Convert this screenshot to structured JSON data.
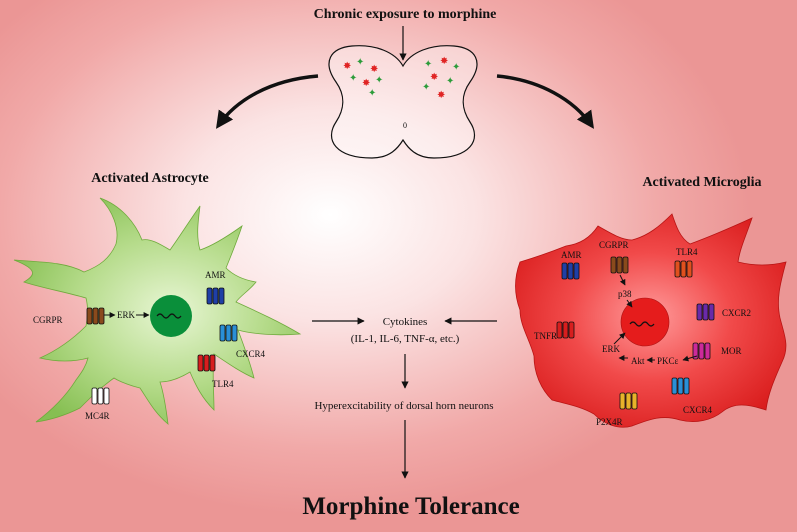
{
  "title": "Chronic exposure to morphine",
  "spinal_center_label": "0",
  "astrocyte": {
    "title": "Activated Astrocyte",
    "receptors": {
      "cgrpr": "CGRPR",
      "erk": "ERK",
      "amr": "AMR",
      "cxcr4": "CXCR4",
      "tlr4": "TLR4",
      "mc4r": "MC4R"
    }
  },
  "microglia": {
    "title": "Activated Microglia",
    "receptors": {
      "amr": "AMR",
      "cgrpr": "CGRPR",
      "tlr4": "TLR4",
      "p38": "p38",
      "cxcr2": "CXCR2",
      "tnfr": "TNFR",
      "mor": "MOR",
      "erk": "ERK",
      "akt": "Akt",
      "pkce": "PKCε",
      "cxcr4": "CXCR4",
      "p2x4r": "P2X4R"
    }
  },
  "cytokines": {
    "label": "Cytokines",
    "list": "(IL-1, IL-6, TNF-α, etc.)"
  },
  "hyperexcitability": "Hyperexcitability of dorsal horn neurons",
  "result": "Morphine Tolerance",
  "colors": {
    "astrocyte_fill": "#8fc65a",
    "astrocyte_nucleus": "#0a8f3a",
    "microglia_fill": "#e83a3a",
    "microglia_nucleus": "#e01e1e",
    "background": "#f1a9a8"
  }
}
